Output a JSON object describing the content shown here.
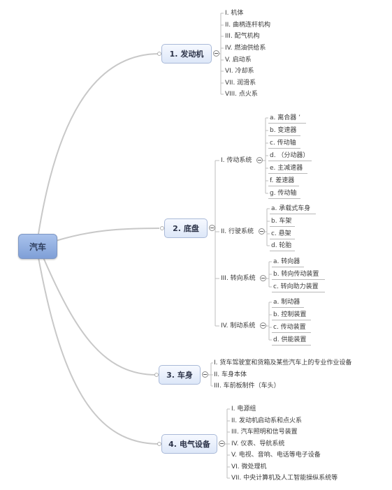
{
  "root": "汽车",
  "branches": {
    "engine": {
      "label": "1. 发动机",
      "items": [
        "I. 机体",
        "II. 曲柄连杆机构",
        "III. 配气机构",
        "IV. 燃油供给系",
        "V. 启动系",
        "VI. 冷却系",
        "VII. 润滑系",
        "VIII. 点火系"
      ]
    },
    "chassis": {
      "label": "2. 底盘",
      "groups": [
        {
          "label": "I. 传动系统",
          "items": [
            "a. 离合器  ’",
            "b. 变速器",
            "c. 传动轴",
            "d. （分动器）",
            "e. 主减速器",
            "f. 差速器",
            "g. 传动轴"
          ]
        },
        {
          "label": "II. 行驶系统",
          "items": [
            "a. 承载式车身",
            "b. 车架",
            "c. 悬架",
            "d. 轮胎"
          ]
        },
        {
          "label": "III. 转向系统",
          "items": [
            "a. 转向器",
            "b. 转向传动装置",
            "c. 转向助力装置"
          ]
        },
        {
          "label": "IV. 制动系统",
          "items": [
            "a. 制动器",
            "b. 控制装置",
            "c. 传动装置",
            "d. 供能装置"
          ]
        }
      ]
    },
    "body": {
      "label": "3. 车身",
      "items": [
        "I. 货车驾驶室和货箱及某些汽车上的专业作业设备",
        "II. 车身本体",
        "III. 车前板制件（车头）"
      ]
    },
    "electrical": {
      "label": "4. 电气设备",
      "items": [
        "I. 电源组",
        "II. 发动机启动系和点火系",
        "III. 汽车照明和信号装置",
        "IV. 仪表、导航系统",
        "V. 电视、音响、电话等电子设备",
        "VI. 微处理机",
        "VII. 中央计算机及人工智能操纵系统等"
      ]
    }
  }
}
